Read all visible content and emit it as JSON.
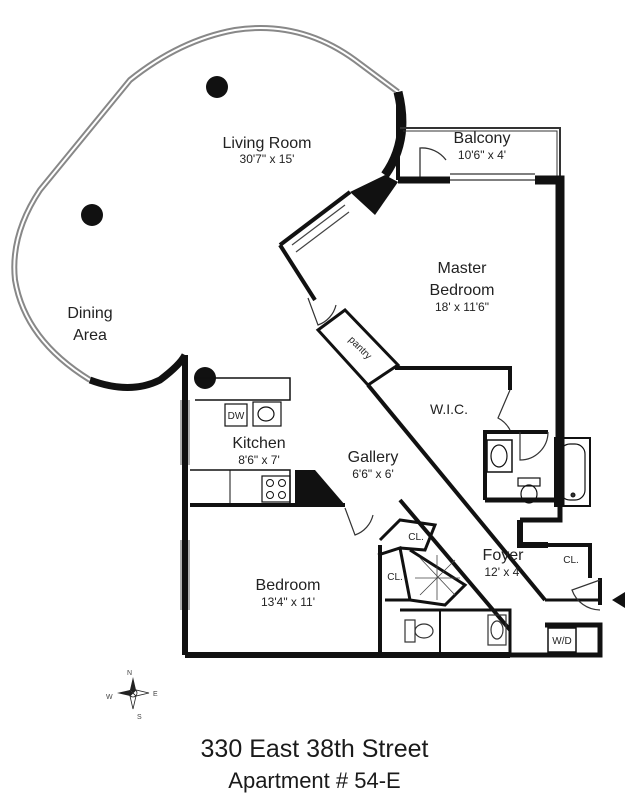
{
  "rooms": {
    "living_room": {
      "name": "Living Room",
      "dims": "30'7\" x 15'"
    },
    "balcony": {
      "name": "Balcony",
      "dims": "10'6\" x 4'"
    },
    "master_bedroom": {
      "name_line1": "Master",
      "name_line2": "Bedroom",
      "dims": "18' x 11'6\""
    },
    "dining_area": {
      "name_line1": "Dining",
      "name_line2": "Area"
    },
    "pantry": {
      "name": "pantry"
    },
    "wic": {
      "name": "W.I.C."
    },
    "kitchen": {
      "name": "Kitchen",
      "dims": "8'6\" x 7'",
      "dishwasher": "DW"
    },
    "gallery": {
      "name": "Gallery",
      "dims": "6'6\" x 6'"
    },
    "foyer": {
      "name": "Foyer",
      "dims": "12' x 4'"
    },
    "bedroom": {
      "name": "Bedroom",
      "dims": "13'4\" x 11'"
    },
    "closets": {
      "cl1": "CL.",
      "cl2": "CL.",
      "cl3": "CL."
    },
    "laundry": {
      "name": "W/D"
    }
  },
  "compass": {
    "n": "N",
    "e": "E",
    "s": "S",
    "w": "W"
  },
  "address": {
    "street": "330 East 38th Street",
    "apartment": "Apartment # 54-E"
  }
}
